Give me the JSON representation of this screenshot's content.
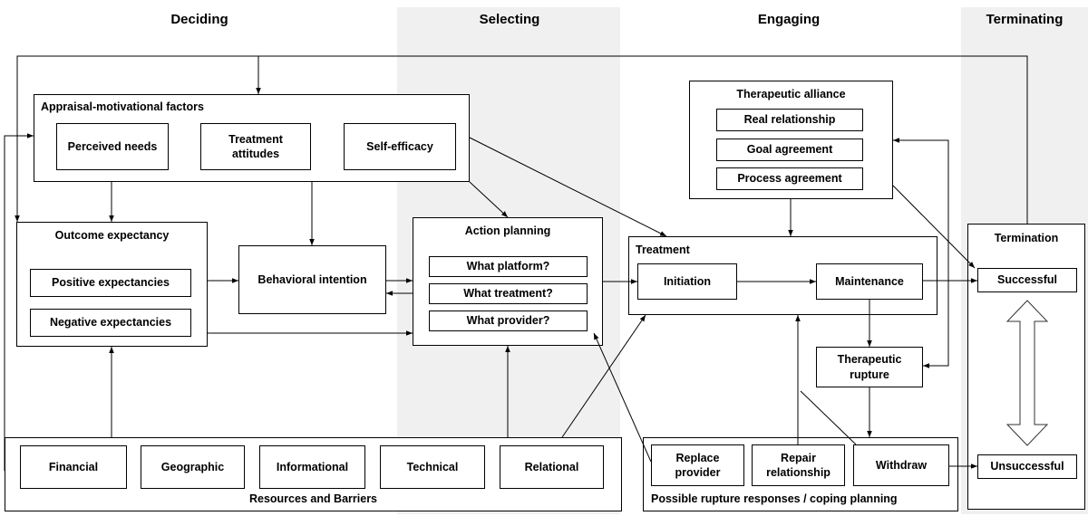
{
  "phases": {
    "deciding": "Deciding",
    "selecting": "Selecting",
    "engaging": "Engaging",
    "terminating": "Terminating"
  },
  "appraisal": {
    "title": "Appraisal-motivational factors",
    "perceived_needs": "Perceived needs",
    "treatment_attitudes": "Treatment\nattitudes",
    "self_efficacy": "Self-efficacy"
  },
  "outcome": {
    "title": "Outcome expectancy",
    "positive": "Positive expectancies",
    "negative": "Negative expectancies"
  },
  "behavioral_intention": "Behavioral intention",
  "action_planning": {
    "title": "Action planning",
    "platform": "What platform?",
    "treatment": "What treatment?",
    "provider": "What provider?"
  },
  "alliance": {
    "title": "Therapeutic alliance",
    "real": "Real relationship",
    "goal": "Goal agreement",
    "process": "Process agreement"
  },
  "treatment": {
    "title": "Treatment",
    "initiation": "Initiation",
    "maintenance": "Maintenance"
  },
  "rupture": "Therapeutic\nrupture",
  "termination": {
    "title": "Termination",
    "successful": "Successful",
    "unsuccessful": "Unsuccessful"
  },
  "resources": {
    "title": "Resources and Barriers",
    "financial": "Financial",
    "geographic": "Geographic",
    "informational": "Informational",
    "technical": "Technical",
    "relational": "Relational"
  },
  "coping": {
    "title": "Possible rupture responses / coping planning",
    "replace": "Replace\nprovider",
    "repair": "Repair\nrelationship",
    "withdraw": "Withdraw"
  }
}
